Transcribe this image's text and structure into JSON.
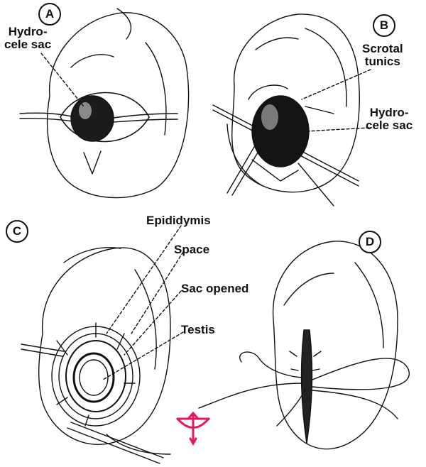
{
  "panels": [
    {
      "id": "A",
      "labels": [
        "Hydro-\ncele sac"
      ]
    },
    {
      "id": "B",
      "labels": [
        "Scrotal\ntunics",
        "Hydro-\ncele sac"
      ]
    },
    {
      "id": "C",
      "labels": [
        "Epididymis",
        "Space",
        "Sac opened",
        "Testis"
      ]
    },
    {
      "id": "D",
      "labels": []
    }
  ],
  "colors": {
    "ink": "#111111",
    "logo": "#e8195a",
    "paper": "#ffffff"
  },
  "logo": {
    "icon": "bow-arrow-icon"
  }
}
